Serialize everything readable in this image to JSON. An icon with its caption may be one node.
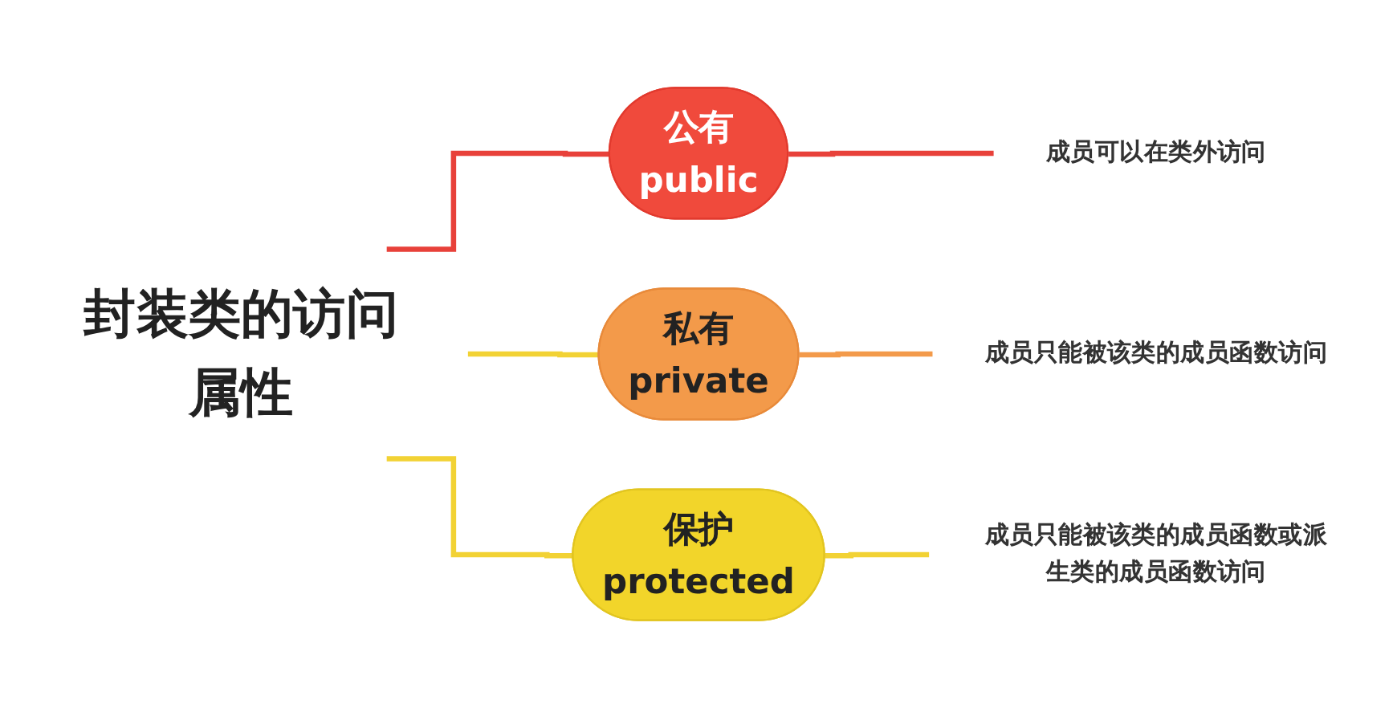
{
  "diagram": {
    "nodes": [
      {
        "text": [
          "封装类的访问属性"
        ]
      },
      {
        "text": [
          "公有",
          "public"
        ]
      },
      {
        "text": [
          "私有",
          "private"
        ]
      },
      {
        "text": [
          "保护",
          "protected"
        ]
      },
      {
        "text": [
          "成员可以在类外访问"
        ]
      },
      {
        "text": [
          "成员只能被该类的成员函数访问"
        ]
      },
      {
        "text": [
          "成员只能被该类的成员函数或派生类的成员函数访问"
        ]
      }
    ],
    "edges": [
      {
        "from": 0,
        "to": 1,
        "arrow": "none",
        "color": "#e8413a"
      },
      {
        "from": 0,
        "to": 2,
        "arrow": "none",
        "color": "#f2d234"
      },
      {
        "from": 0,
        "to": 3,
        "arrow": "none",
        "color": "#f2d234"
      },
      {
        "from": 1,
        "to": 4,
        "arrow": "none",
        "color": "#e8413a"
      },
      {
        "from": 2,
        "to": 5,
        "arrow": "none",
        "color": "#f39a4a"
      },
      {
        "from": 3,
        "to": 6,
        "arrow": "none",
        "color": "#f2d234"
      }
    ]
  }
}
